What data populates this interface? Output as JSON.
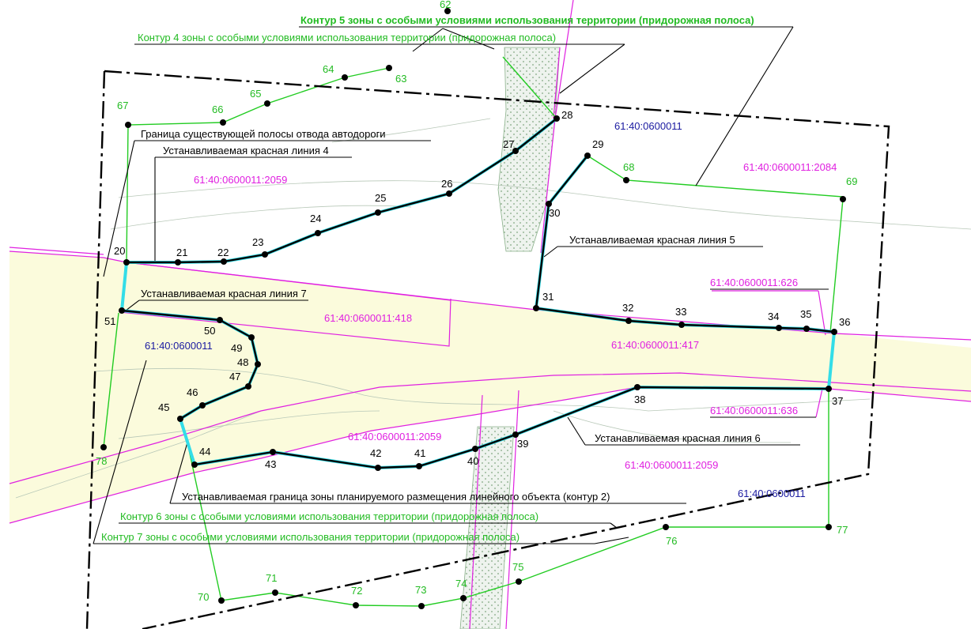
{
  "colors": {
    "red_line": "#000000",
    "zone_boundary": "#33dde8",
    "buffer_zone": "#22cc22",
    "parcel": "#e020e0",
    "quarter_label": "#1a1aa0",
    "road_fill": "#fbfbdc",
    "cut_line": "#000000"
  },
  "callouts": {
    "contour5": "Контур 5 зоны с особыми условиями использования территории (придорожная полоса)",
    "contour4": "Контур 4 зоны с особыми условиями использования территории (придорожная полоса)",
    "existing_row": "Граница существующей полосы отвода автодороги",
    "red_line_4": "Устанавливаемая красная линия 4",
    "red_line_5": "Устанавливаемая красная линия 5",
    "red_line_7": "Устанавливаемая красная линия 7",
    "red_line_6": "Устанавливаемая красная линия 6",
    "zone_boundary": "Устанавливаемая граница зоны планируемого размещения линейного объекта (контур 2)",
    "contour6": "Контур 6 зоны с особыми условиями использования территории (придорожная полоса)",
    "contour7": "Контур 7 зоны с особыми условиями использования территории (придорожная полоса)"
  },
  "cadastral": {
    "q_top": "61:40:0600011",
    "p2084": "61:40:0600011:2084",
    "p2059_top": "61:40:0600011:2059",
    "p626": "61:40:0600011:626",
    "p418": "61:40:0600011:418",
    "q_left": "61:40:0600011",
    "p417": "61:40:0600011:417",
    "p636": "61:40:0600011:636",
    "p2059_mid": "61:40:0600011:2059",
    "p2059_right": "61:40:0600011:2059",
    "q_bottom": "61:40:0600011"
  },
  "points": {
    "p20": "20",
    "p21": "21",
    "p22": "22",
    "p23": "23",
    "p24": "24",
    "p25": "25",
    "p26": "26",
    "p27": "27",
    "p28": "28",
    "p29": "29",
    "p30": "30",
    "p31": "31",
    "p32": "32",
    "p33": "33",
    "p34": "34",
    "p35": "35",
    "p36": "36",
    "p37": "37",
    "p38": "38",
    "p39": "39",
    "p40": "40",
    "p41": "41",
    "p42": "42",
    "p43": "43",
    "p44": "44",
    "p45": "45",
    "p46": "46",
    "p47": "47",
    "p48": "48",
    "p49": "49",
    "p50": "50",
    "p51": "51",
    "p62": "62",
    "p63": "63",
    "p64": "64",
    "p65": "65",
    "p66": "66",
    "p67": "67",
    "p68": "68",
    "p69": "69",
    "p70": "70",
    "p71": "71",
    "p72": "72",
    "p73": "73",
    "p74": "74",
    "p75": "75",
    "p76": "76",
    "p77": "77",
    "p78": "78"
  }
}
